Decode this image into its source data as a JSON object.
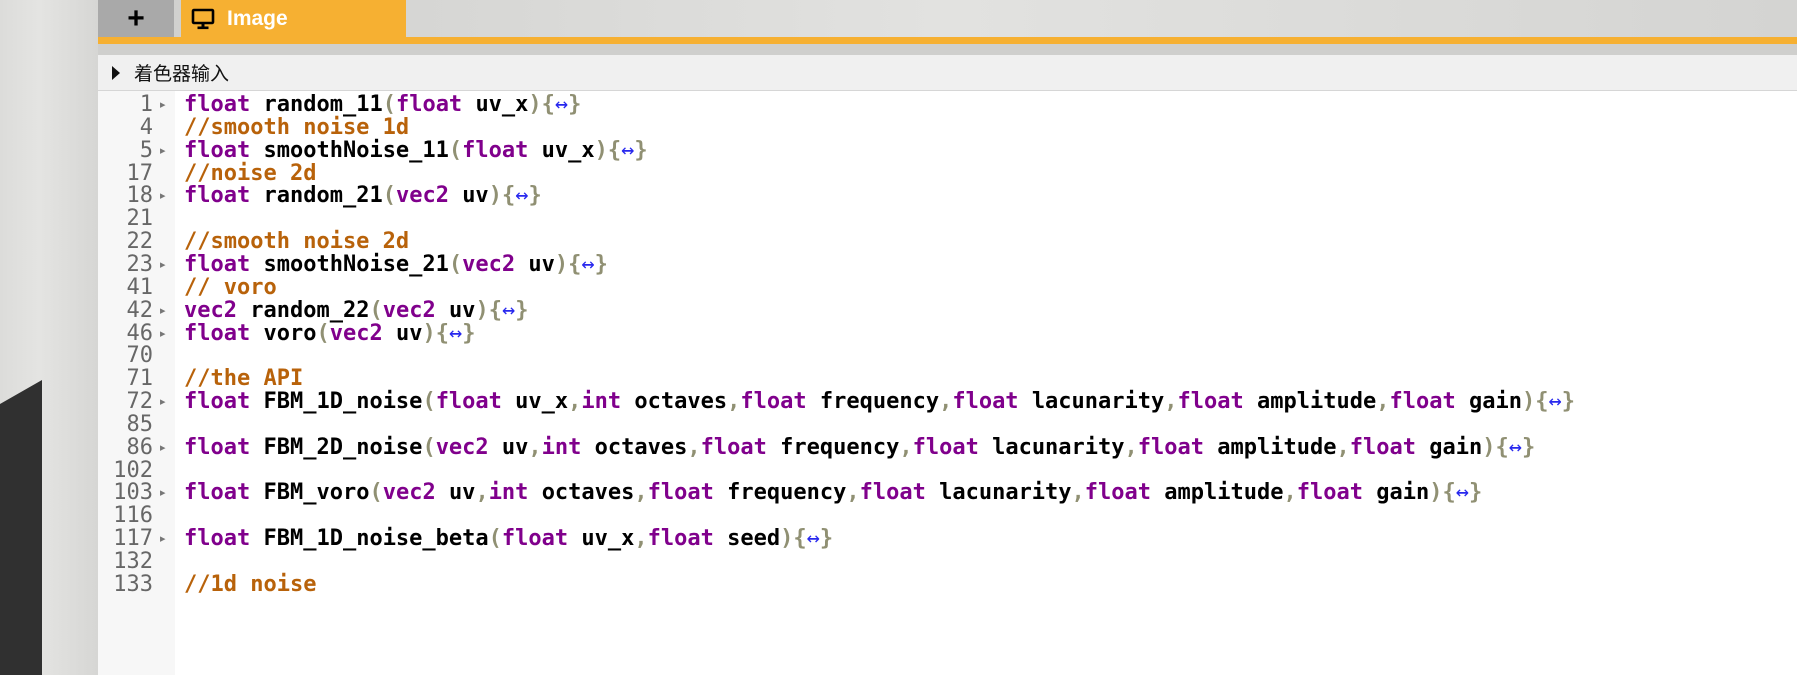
{
  "tabs": {
    "add_label": "+",
    "image_label": "Image"
  },
  "inputs_section": {
    "label": "着色器输入"
  },
  "colors": {
    "accent": "#f6b032",
    "keyword": "#80008c",
    "comment": "#b8620a",
    "punctuation": "#909073",
    "fold_marker": "#2828ee"
  },
  "code_lines": [
    {
      "n": "1",
      "fold": true,
      "segs": [
        [
          "kw",
          "float"
        ],
        [
          "",
          "random_11"
        ],
        [
          "pn",
          "("
        ],
        [
          "kw",
          "float"
        ],
        [
          "",
          "uv_x"
        ],
        [
          "pn",
          ")"
        ],
        [
          "pn",
          "{"
        ],
        [
          "fd",
          "↔"
        ],
        [
          "pn",
          "}"
        ]
      ]
    },
    {
      "n": "4",
      "fold": false,
      "segs": [
        [
          "cm",
          "//smooth noise 1d"
        ]
      ]
    },
    {
      "n": "5",
      "fold": true,
      "segs": [
        [
          "kw",
          "float"
        ],
        [
          "",
          "smoothNoise_11"
        ],
        [
          "pn",
          "("
        ],
        [
          "kw",
          "float"
        ],
        [
          "",
          "uv_x"
        ],
        [
          "pn",
          ")"
        ],
        [
          "pn",
          "{"
        ],
        [
          "fd",
          "↔"
        ],
        [
          "pn",
          "}"
        ]
      ]
    },
    {
      "n": "17",
      "fold": false,
      "segs": [
        [
          "cm",
          "//noise 2d"
        ]
      ]
    },
    {
      "n": "18",
      "fold": true,
      "segs": [
        [
          "kw",
          "float"
        ],
        [
          "",
          "random_21"
        ],
        [
          "pn",
          "("
        ],
        [
          "kw",
          "vec2"
        ],
        [
          "",
          "uv"
        ],
        [
          "pn",
          ")"
        ],
        [
          "pn",
          "{"
        ],
        [
          "fd",
          "↔"
        ],
        [
          "pn",
          "}"
        ]
      ]
    },
    {
      "n": "21",
      "fold": false,
      "segs": []
    },
    {
      "n": "22",
      "fold": false,
      "segs": [
        [
          "cm",
          "//smooth noise 2d"
        ]
      ]
    },
    {
      "n": "23",
      "fold": true,
      "segs": [
        [
          "kw",
          "float"
        ],
        [
          "",
          "smoothNoise_21"
        ],
        [
          "pn",
          "("
        ],
        [
          "kw",
          "vec2"
        ],
        [
          "",
          "uv"
        ],
        [
          "pn",
          ")"
        ],
        [
          "pn",
          "{"
        ],
        [
          "fd",
          "↔"
        ],
        [
          "pn",
          "}"
        ]
      ]
    },
    {
      "n": "41",
      "fold": false,
      "segs": [
        [
          "cm",
          "// voro"
        ]
      ]
    },
    {
      "n": "42",
      "fold": true,
      "segs": [
        [
          "kw",
          "vec2"
        ],
        [
          "",
          "random_22"
        ],
        [
          "pn",
          "("
        ],
        [
          "kw",
          "vec2"
        ],
        [
          "",
          "uv"
        ],
        [
          "pn",
          ")"
        ],
        [
          "pn",
          "{"
        ],
        [
          "fd",
          "↔"
        ],
        [
          "pn",
          "}"
        ]
      ]
    },
    {
      "n": "46",
      "fold": true,
      "segs": [
        [
          "kw",
          "float"
        ],
        [
          "",
          "voro"
        ],
        [
          "pn",
          "("
        ],
        [
          "kw",
          "vec2"
        ],
        [
          "",
          "uv"
        ],
        [
          "pn",
          ")"
        ],
        [
          "pn",
          "{"
        ],
        [
          "fd",
          "↔"
        ],
        [
          "pn",
          "}"
        ]
      ]
    },
    {
      "n": "70",
      "fold": false,
      "segs": []
    },
    {
      "n": "71",
      "fold": false,
      "segs": [
        [
          "cm",
          "//the API"
        ]
      ]
    },
    {
      "n": "72",
      "fold": true,
      "segs": [
        [
          "kw",
          "float"
        ],
        [
          "",
          "FBM_1D_noise"
        ],
        [
          "pn",
          "("
        ],
        [
          "kw",
          "float"
        ],
        [
          "",
          "uv_x"
        ],
        [
          "pn",
          ","
        ],
        [
          "kw",
          "int"
        ],
        [
          "",
          "octaves"
        ],
        [
          "pn",
          ","
        ],
        [
          "kw",
          "float"
        ],
        [
          "",
          "frequency"
        ],
        [
          "pn",
          ","
        ],
        [
          "kw",
          "float"
        ],
        [
          "",
          "lacunarity"
        ],
        [
          "pn",
          ","
        ],
        [
          "kw",
          "float"
        ],
        [
          "",
          "amplitude"
        ],
        [
          "pn",
          ","
        ],
        [
          "kw",
          "float"
        ],
        [
          "",
          "gain"
        ],
        [
          "pn",
          ")"
        ],
        [
          "pn",
          "{"
        ],
        [
          "fd",
          "↔"
        ],
        [
          "pn",
          "}"
        ]
      ]
    },
    {
      "n": "85",
      "fold": false,
      "segs": []
    },
    {
      "n": "86",
      "fold": true,
      "segs": [
        [
          "kw",
          "float"
        ],
        [
          "",
          "FBM_2D_noise"
        ],
        [
          "pn",
          "("
        ],
        [
          "kw",
          "vec2"
        ],
        [
          "",
          "uv"
        ],
        [
          "pn",
          ","
        ],
        [
          "kw",
          "int"
        ],
        [
          "",
          "octaves"
        ],
        [
          "pn",
          ","
        ],
        [
          "kw",
          "float"
        ],
        [
          "",
          "frequency"
        ],
        [
          "pn",
          ","
        ],
        [
          "kw",
          "float"
        ],
        [
          "",
          "lacunarity"
        ],
        [
          "pn",
          ","
        ],
        [
          "kw",
          "float"
        ],
        [
          "",
          "amplitude"
        ],
        [
          "pn",
          ","
        ],
        [
          "kw",
          "float"
        ],
        [
          "",
          "gain"
        ],
        [
          "pn",
          ")"
        ],
        [
          "pn",
          "{"
        ],
        [
          "fd",
          "↔"
        ],
        [
          "pn",
          "}"
        ]
      ]
    },
    {
      "n": "102",
      "fold": false,
      "segs": []
    },
    {
      "n": "103",
      "fold": true,
      "segs": [
        [
          "kw",
          "float"
        ],
        [
          "",
          "FBM_voro"
        ],
        [
          "pn",
          "("
        ],
        [
          "kw",
          "vec2"
        ],
        [
          "",
          "uv"
        ],
        [
          "pn",
          ","
        ],
        [
          "kw",
          "int"
        ],
        [
          "",
          "octaves"
        ],
        [
          "pn",
          ","
        ],
        [
          "kw",
          "float"
        ],
        [
          "",
          "frequency"
        ],
        [
          "pn",
          ","
        ],
        [
          "kw",
          "float"
        ],
        [
          "",
          "lacunarity"
        ],
        [
          "pn",
          ","
        ],
        [
          "kw",
          "float"
        ],
        [
          "",
          "amplitude"
        ],
        [
          "pn",
          ","
        ],
        [
          "kw",
          "float"
        ],
        [
          "",
          "gain"
        ],
        [
          "pn",
          ")"
        ],
        [
          "pn",
          "{"
        ],
        [
          "fd",
          "↔"
        ],
        [
          "pn",
          "}"
        ]
      ]
    },
    {
      "n": "116",
      "fold": false,
      "segs": []
    },
    {
      "n": "117",
      "fold": true,
      "segs": [
        [
          "kw",
          "float"
        ],
        [
          "",
          "FBM_1D_noise_beta"
        ],
        [
          "pn",
          "("
        ],
        [
          "kw",
          "float"
        ],
        [
          "",
          "uv_x"
        ],
        [
          "pn",
          ","
        ],
        [
          "kw",
          "float"
        ],
        [
          "",
          "seed"
        ],
        [
          "pn",
          ")"
        ],
        [
          "pn",
          "{"
        ],
        [
          "fd",
          "↔"
        ],
        [
          "pn",
          "}"
        ]
      ]
    },
    {
      "n": "132",
      "fold": false,
      "segs": []
    },
    {
      "n": "133",
      "fold": false,
      "segs": [
        [
          "cm",
          "//1d noise"
        ]
      ]
    }
  ]
}
